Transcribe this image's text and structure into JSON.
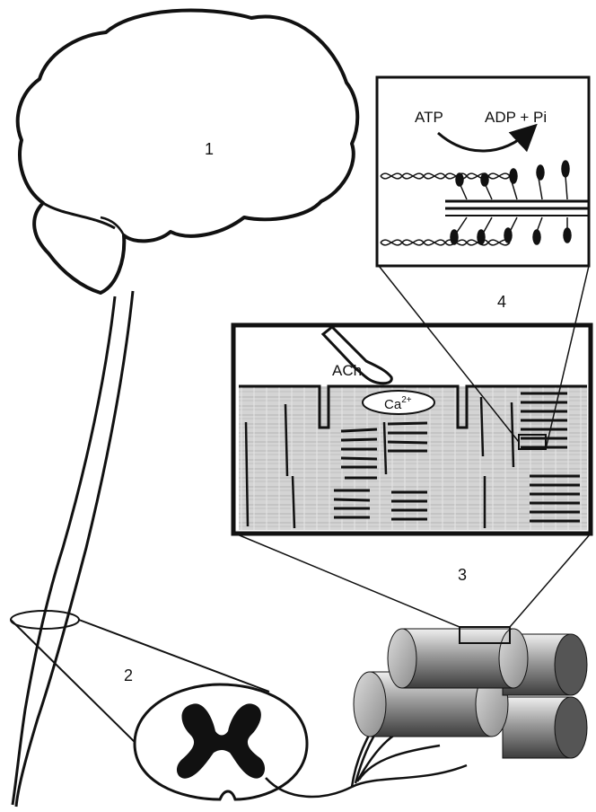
{
  "labels": {
    "brain": "1",
    "spinal_cord": "2",
    "muscle": "3",
    "crossbridge": "4"
  },
  "annotations": {
    "ach": "ACh",
    "ca_base": "Ca",
    "ca_charge": "2+",
    "atp": "ATP",
    "adp_pi": "ADP + Pi"
  },
  "colors": {
    "ink": "#111111",
    "muscle_tissue": "#cfcfcf",
    "cylinder_light": "#d9d9d9",
    "cylinder_dark": "#4a4a4a"
  }
}
